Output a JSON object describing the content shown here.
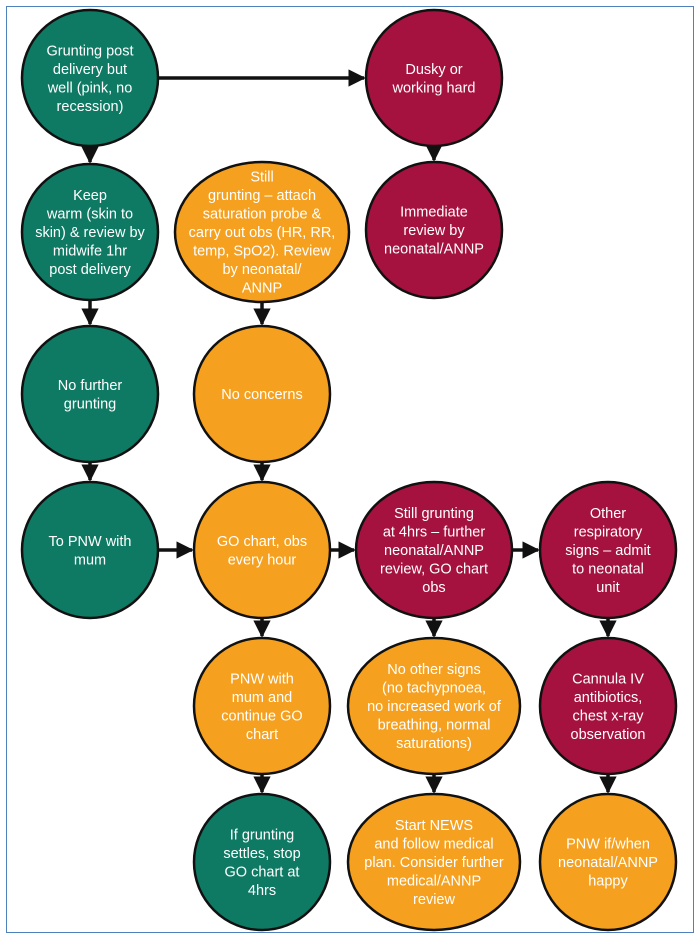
{
  "colors": {
    "green": "#0e7a63",
    "orange": "#f5a01e",
    "crimson": "#a6123f",
    "stroke": "#111111",
    "frame": "#4f81bd"
  },
  "nodes": [
    {
      "id": "grunting-post-delivery",
      "color": "green",
      "lines": [
        "Grunting post",
        "delivery but",
        "well (pink, no",
        "recession)"
      ]
    },
    {
      "id": "dusky",
      "color": "crimson",
      "lines": [
        "Dusky or",
        "working hard"
      ]
    },
    {
      "id": "keep-warm",
      "color": "green",
      "lines": [
        "Keep",
        "warm (skin to",
        "skin) & review by",
        "midwife 1hr",
        "post delivery"
      ]
    },
    {
      "id": "still-grunting",
      "color": "orange",
      "lines": [
        "Still",
        "grunting – attach",
        "saturation probe &",
        "carry out obs (HR, RR,",
        "temp, SpO2). Review",
        "by neonatal/",
        "ANNP"
      ]
    },
    {
      "id": "immediate-review",
      "color": "crimson",
      "lines": [
        "Immediate",
        "review by",
        "neonatal/ANNP"
      ]
    },
    {
      "id": "no-further-grunting",
      "color": "green",
      "lines": [
        "No further",
        "grunting"
      ]
    },
    {
      "id": "no-concerns",
      "color": "orange",
      "lines": [
        "No concerns"
      ]
    },
    {
      "id": "to-pnw",
      "color": "green",
      "lines": [
        "To PNW with",
        "mum"
      ]
    },
    {
      "id": "go-chart",
      "color": "orange",
      "lines": [
        "GO chart, obs",
        "every hour"
      ]
    },
    {
      "id": "still-grunting-4hrs",
      "color": "crimson",
      "lines": [
        "Still grunting",
        "at 4hrs – further",
        "neonatal/ANNP",
        "review, GO chart",
        "obs"
      ]
    },
    {
      "id": "other-respiratory",
      "color": "crimson",
      "lines": [
        "Other",
        "respiratory",
        "signs – admit",
        "to neonatal",
        "unit"
      ]
    },
    {
      "id": "pnw-continue",
      "color": "orange",
      "lines": [
        "PNW with",
        "mum and",
        "continue GO",
        "chart"
      ]
    },
    {
      "id": "no-other-signs",
      "color": "orange",
      "lines": [
        "No other signs",
        "(no tachypnoea,",
        "no increased work of",
        "breathing, normal",
        "saturations)"
      ]
    },
    {
      "id": "cannula",
      "color": "crimson",
      "lines": [
        "Cannula IV",
        "antibiotics,",
        "chest x-ray",
        "observation"
      ]
    },
    {
      "id": "if-grunting-settles",
      "color": "green",
      "lines": [
        "If grunting",
        "settles, stop",
        "GO chart at",
        "4hrs"
      ]
    },
    {
      "id": "start-news",
      "color": "orange",
      "lines": [
        "Start NEWS",
        "and follow medical",
        "plan. Consider further",
        "medical/ANNP",
        "review"
      ]
    },
    {
      "id": "pnw-if-happy",
      "color": "orange",
      "lines": [
        "PNW if/when",
        "neonatal/ANNP",
        "happy"
      ]
    }
  ],
  "edges": [
    {
      "from": "grunting-post-delivery",
      "to": "dusky"
    },
    {
      "from": "dusky",
      "to": "immediate-review"
    },
    {
      "from": "grunting-post-delivery",
      "to": "keep-warm"
    },
    {
      "from": "keep-warm",
      "to": "no-further-grunting"
    },
    {
      "from": "still-grunting",
      "to": "no-concerns"
    },
    {
      "from": "no-further-grunting",
      "to": "to-pnw"
    },
    {
      "from": "no-concerns",
      "to": "go-chart"
    },
    {
      "from": "to-pnw",
      "to": "go-chart"
    },
    {
      "from": "go-chart",
      "to": "still-grunting-4hrs"
    },
    {
      "from": "still-grunting-4hrs",
      "to": "other-respiratory"
    },
    {
      "from": "go-chart",
      "to": "pnw-continue"
    },
    {
      "from": "still-grunting-4hrs",
      "to": "no-other-signs"
    },
    {
      "from": "other-respiratory",
      "to": "cannula"
    },
    {
      "from": "pnw-continue",
      "to": "if-grunting-settles"
    },
    {
      "from": "no-other-signs",
      "to": "start-news"
    },
    {
      "from": "cannula",
      "to": "pnw-if-happy"
    }
  ]
}
